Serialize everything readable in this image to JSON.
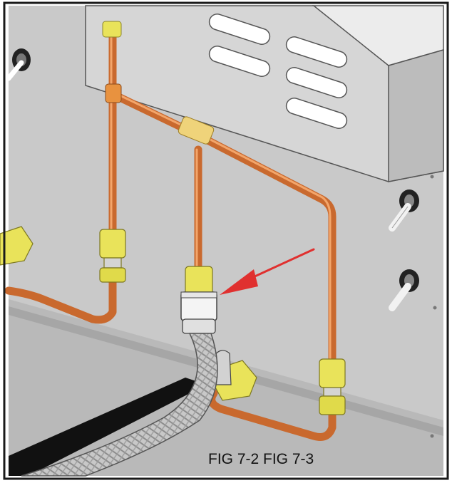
{
  "figure": {
    "caption": "FIG 7-2 FIG 7-3",
    "colors": {
      "panel": "#c9c9c9",
      "panel_dark": "#b4b4b4",
      "housing": "#dcdcdc",
      "housing_top": "#ececec",
      "pipe": "#d97a3a",
      "pipe_light": "#f0a060",
      "fitting": "#e9e35a",
      "fitting_dark": "#b7b23a",
      "arrow": "#e0302f",
      "hose": "#bfbfbf",
      "frame": "#1a1a1a"
    },
    "icons": {
      "arrow": "red-arrow-indicator",
      "fitting": "brass-nut-fitting",
      "valve": "toggle-knob"
    }
  }
}
